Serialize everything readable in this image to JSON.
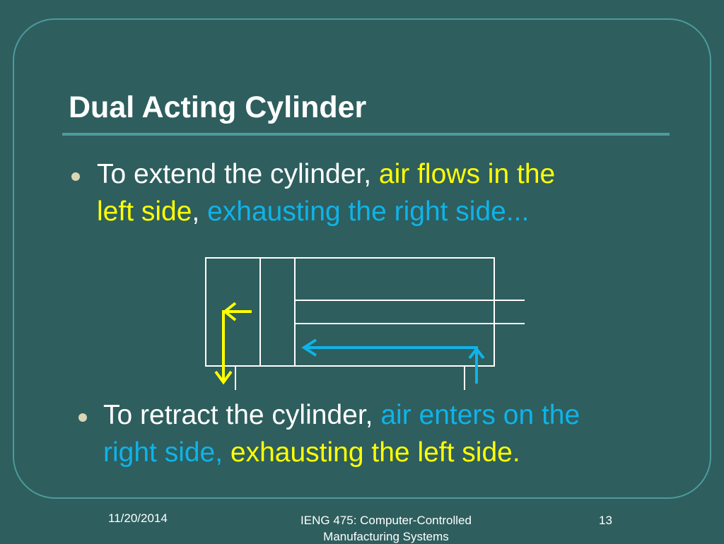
{
  "slide": {
    "title": "Dual Acting Cylinder",
    "bullet1": {
      "line1_white": "To extend the cylinder, ",
      "line1_yellow": "air flows in the",
      "line2_yellow": "left side",
      "line2_white": ", ",
      "line2_cyan": "exhausting the right side..."
    },
    "bullet2": {
      "line1_white": "To retract the cylinder, ",
      "line1_cyan": "air enters on the",
      "line2_cyan": "right side, ",
      "line2_yellow": "exhausting the left side."
    }
  },
  "footer": {
    "date": "11/20/2014",
    "course_line1": "IENG 475: Computer-Controlled",
    "course_line2": "Manufacturing Systems",
    "page_number": "13"
  },
  "colors": {
    "background": "#2e5e5e",
    "accent_frame": "#4d9a9d",
    "highlight_yellow": "#ffff00",
    "highlight_cyan": "#0fb3e8",
    "bullet": "#d9d6b5"
  }
}
